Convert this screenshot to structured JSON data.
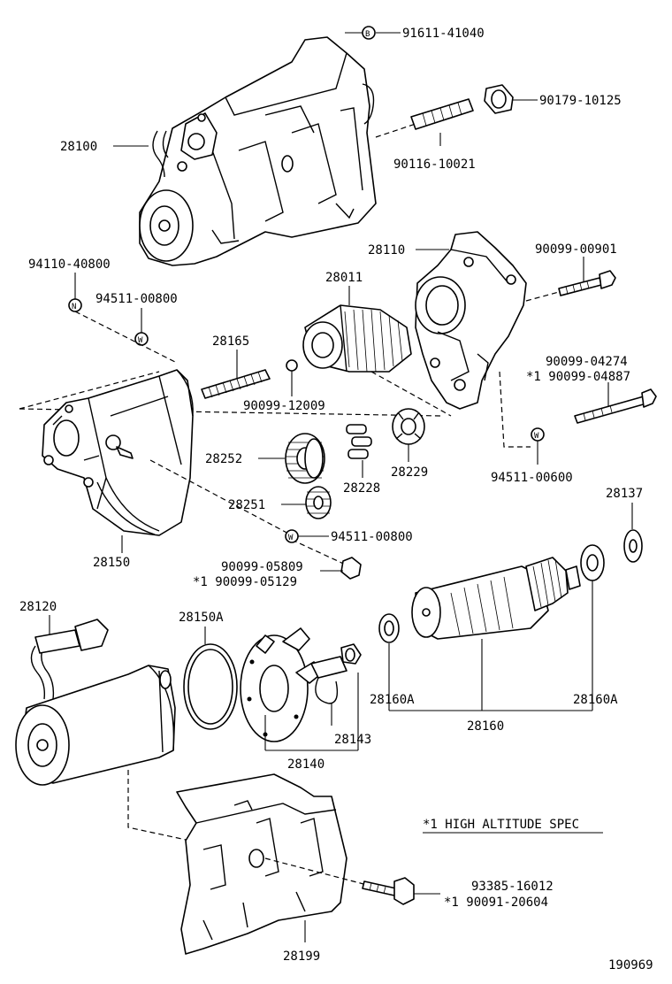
{
  "diagram": {
    "parts": {
      "p28100": "28100",
      "p91611": "91611-41040",
      "p91611_mark": "B",
      "p90179": "90179-10125",
      "p90116": "90116-10021",
      "p28110": "28110",
      "p90099_00901": "90099-00901",
      "p94110": "94110-40800",
      "p94110_mark": "N",
      "p94511_top": "94511-00800",
      "p94511_top_mark": "W",
      "p28011": "28011",
      "p28165": "28165",
      "p90099_12009": "90099-12009",
      "p90099_04274": "90099-04274",
      "p90099_04887": "*1 90099-04887",
      "p28252": "28252",
      "p28228": "28228",
      "p28229": "28229",
      "p94511_00600": "94511-00600",
      "p94511_00600_mark": "W",
      "p28251": "28251",
      "p28137": "28137",
      "p94511_mid": "94511-00800",
      "p94511_mid_mark": "W",
      "p28150": "28150",
      "p90099_05809": "90099-05809",
      "p90099_05129": "*1 90099-05129",
      "p28120": "28120",
      "p28150A": "28150A",
      "p28160A_left": "28160A",
      "p28160": "28160",
      "p28160A_right": "28160A",
      "p28143": "28143",
      "p28140": "28140",
      "p28199": "28199",
      "p93385": "93385-16012",
      "p90091": "*1 90091-20604"
    },
    "note": "*1 HIGH ALTITUDE SPEC",
    "figure_id": "190969"
  }
}
